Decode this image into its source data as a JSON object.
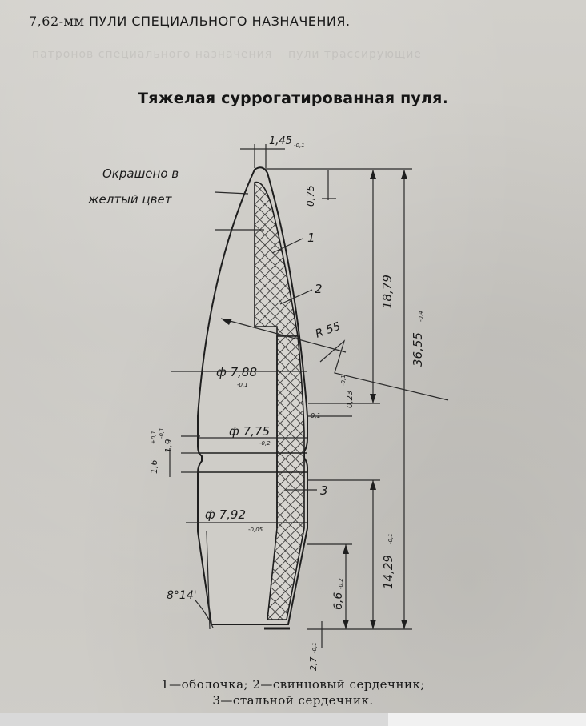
{
  "header": {
    "caliber": "7,62-мм",
    "text": "ПУЛИ СПЕЦИАЛЬНОГО НАЗНАЧЕНИЯ."
  },
  "title": "Тяжелая суррогатированная пуля.",
  "annotation": {
    "line1": "Окрашено в",
    "line2": "желтый цвет"
  },
  "callouts": [
    "1",
    "2",
    "3"
  ],
  "dimensions": {
    "tip_width": "1,45",
    "tip_width_tol": "-0,1",
    "tip_height": "0,75",
    "ogive_length": "18,79",
    "overall_length": "36,55",
    "overall_length_tol": "-0,4",
    "radius": "R 55",
    "step_height": "0,23",
    "step_height_tol": "-0,1",
    "small_step": "0,1",
    "dia_188": "ф 7,88",
    "dia_188_tol": "-0,1",
    "dia_775": "ф 7,75",
    "dia_775_tol": "-0,2",
    "groove_offset": "1,6",
    "groove_offset_tol": "+0,1",
    "groove_width": "1,9",
    "groove_width_tol": "-0,1",
    "dia_792": "ф 7,92",
    "dia_792_tol": "-0,05",
    "tail_length": "14,29",
    "tail_length_tol": "-0,1",
    "boattail_length": "6,6",
    "boattail_length_tol": "-0,2",
    "boattail_angle": "8°14'",
    "base_height": "2,7",
    "base_height_tol": "-0,1"
  },
  "caption": {
    "line1": "1—оболочка;  2—свинцовый  сердечник;",
    "line2": "3—стальной сердечник."
  },
  "ghost": {
    "line1": "патронов специального назначения",
    "line2": "пули трассирующие"
  }
}
